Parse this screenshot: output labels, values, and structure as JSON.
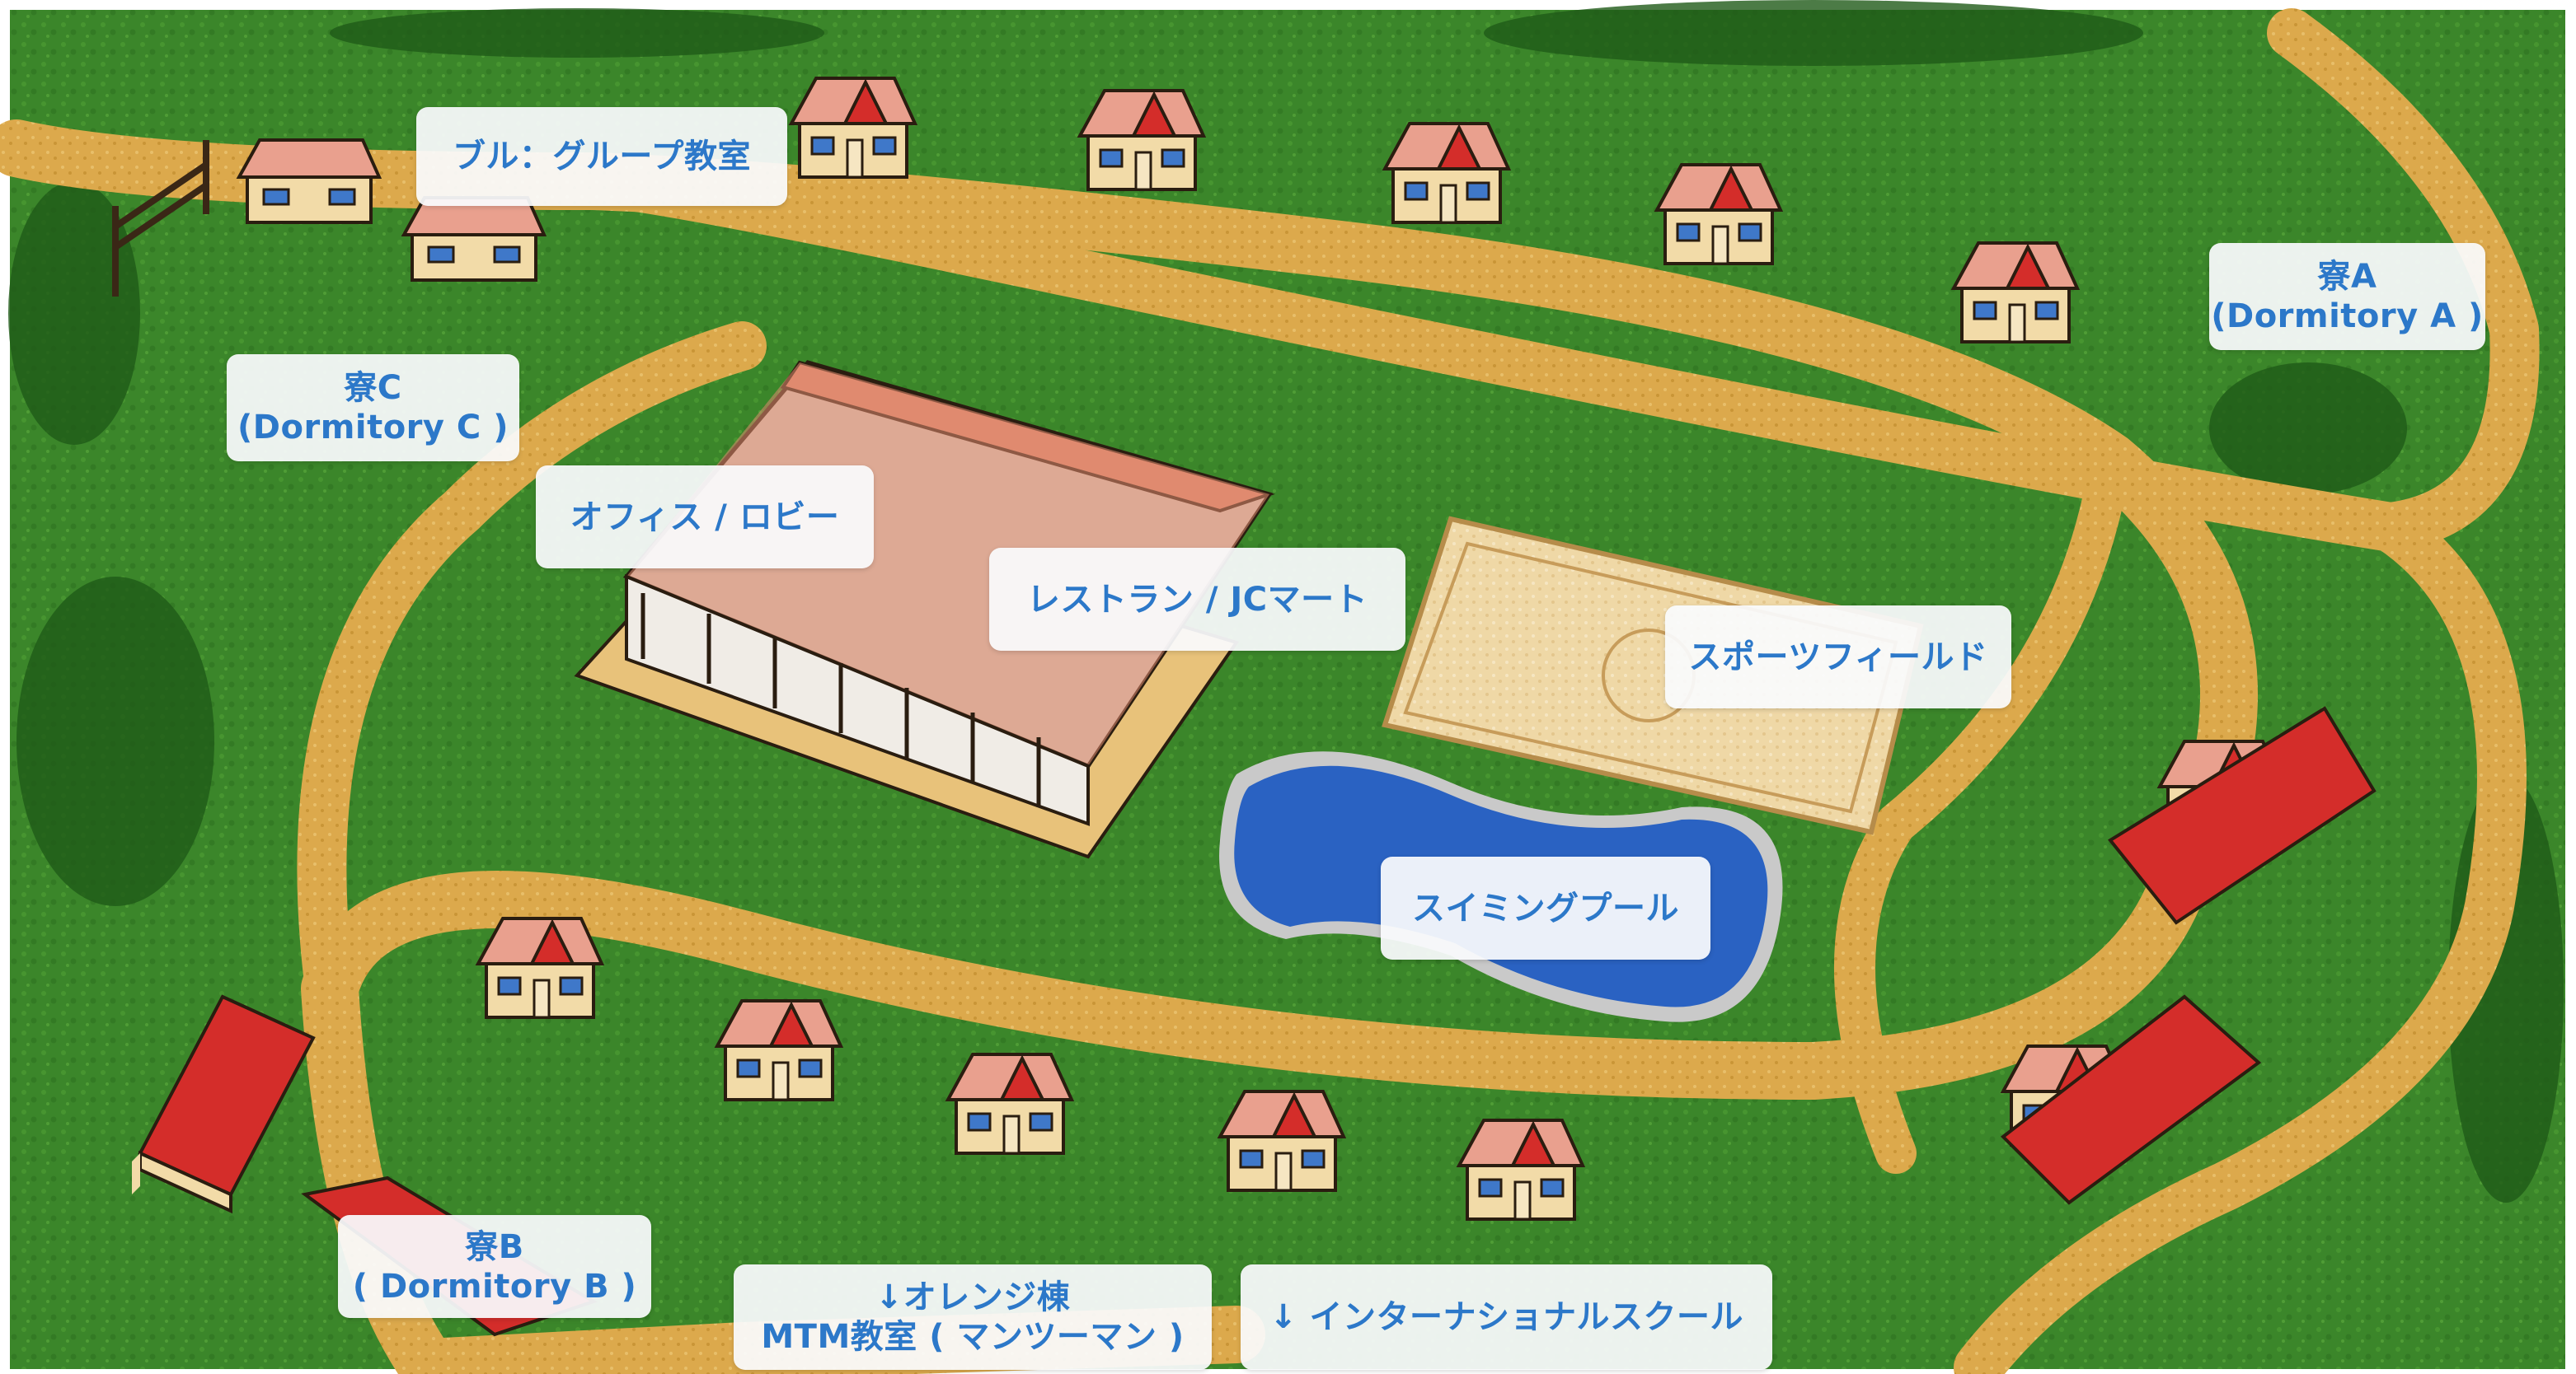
{
  "labels": {
    "group_classroom": "ブル：グループ教室",
    "dorm_a": {
      "name": "寮A",
      "sub": "(Dormitory A )"
    },
    "dorm_c": {
      "name": "寮C",
      "sub": "(Dormitory C )"
    },
    "office": "オフィス / ロビー",
    "restaurant": "レストラン / JCマート",
    "sports_field": "スポーツフィールド",
    "swimming_pool": "スイミングプール",
    "dorm_b": {
      "name": "寮B",
      "sub": "( Dormitory B )"
    },
    "orange_building": {
      "line1": "↓オレンジ棟",
      "line2": "MTM教室 ( マンツーマン )"
    },
    "international_school": "↓ インターナショナルスクール"
  },
  "colors": {
    "grass": "#3f8a2c",
    "path": "#d9a64a",
    "roof_red": "#d42d2a",
    "wall": "#f2dba8",
    "pool": "#2a62c2",
    "label_text": "#2c78c9"
  }
}
